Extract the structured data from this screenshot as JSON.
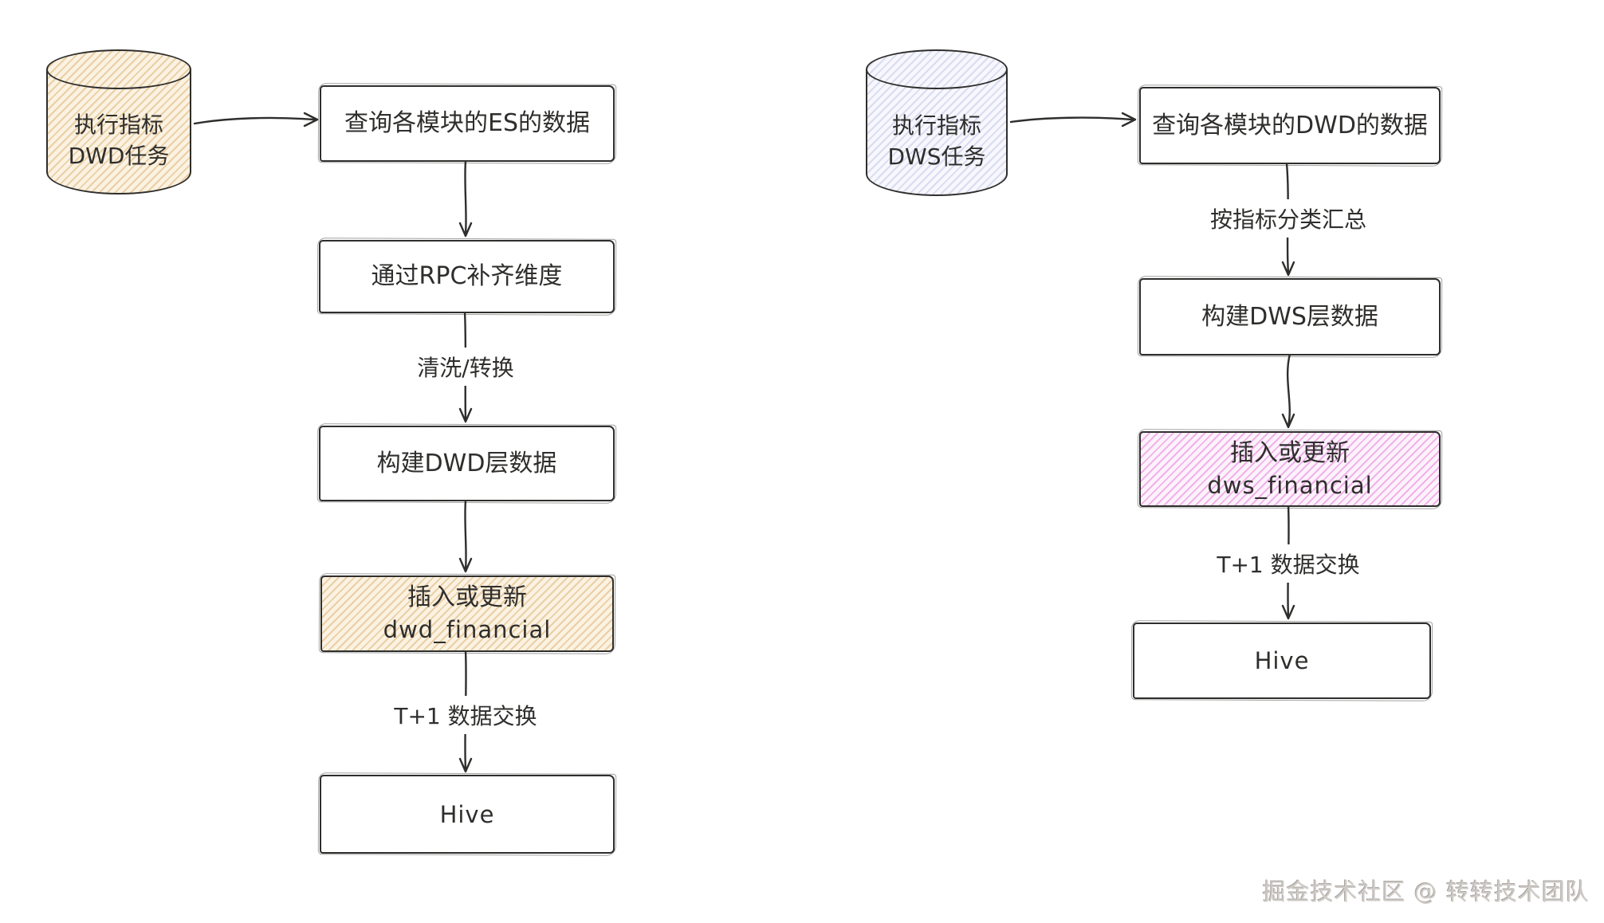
{
  "flows": [
    {
      "cylinder": {
        "lines": [
          "执行指标",
          "DWD任务"
        ]
      },
      "nodes": [
        {
          "lines": [
            "查询各模块的ES的数据"
          ]
        },
        {
          "lines": [
            "通过RPC补齐维度"
          ]
        },
        {
          "lines": [
            "构建DWD层数据"
          ]
        },
        {
          "lines": [
            "插入或更新",
            "dwd_financial"
          ]
        },
        {
          "lines": [
            "Hive"
          ]
        }
      ],
      "edge_labels": [
        "清洗/转换",
        "T+1 数据交换"
      ]
    },
    {
      "cylinder": {
        "lines": [
          "执行指标",
          "DWS任务"
        ]
      },
      "nodes": [
        {
          "lines": [
            "查询各模块的DWD的数据"
          ]
        },
        {
          "lines": [
            "构建DWS层数据"
          ]
        },
        {
          "lines": [
            "插入或更新",
            "dws_financial"
          ]
        },
        {
          "lines": [
            "Hive"
          ]
        }
      ],
      "edge_labels": [
        "按指标分类汇总",
        "T+1 数据交换"
      ]
    }
  ],
  "watermark": "掘金技术社区 @ 转转技术团队",
  "colors": {
    "ink": "#2f2e2c",
    "tan_bg": "#fbf2e2",
    "tan_line": "#eacfa6",
    "lav_bg": "#f7f7fd",
    "lav_line": "#d9dcf1",
    "pink_bg": "#fdf2fc",
    "pink_line": "#efb3e9",
    "watermark": "#cfcbc7"
  }
}
